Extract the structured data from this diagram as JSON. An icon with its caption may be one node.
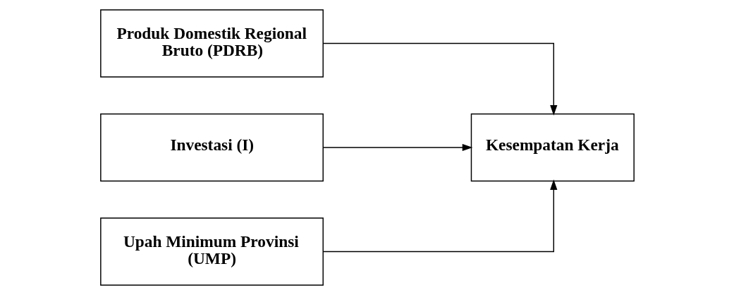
{
  "diagram": {
    "nodes": [
      {
        "text": [
          "Produk Domestik Regional Bruto (PDRB)"
        ]
      },
      {
        "text": [
          "Investasi (I)"
        ]
      },
      {
        "text": [
          "Upah Minimum Provinsi (UMP)"
        ]
      },
      {
        "text": [
          "Kesempatan Kerja"
        ]
      }
    ],
    "edges": [
      {
        "from": 0,
        "to": 3,
        "arrow": "to"
      },
      {
        "from": 1,
        "to": 3,
        "arrow": "to"
      },
      {
        "from": 2,
        "to": 3,
        "arrow": "to"
      }
    ]
  }
}
